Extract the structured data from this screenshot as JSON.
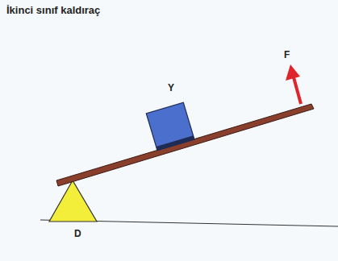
{
  "diagram": {
    "title": "İkinci sınıf kaldıraç",
    "labels": [
      "Y",
      "F",
      "D"
    ]
  }
}
